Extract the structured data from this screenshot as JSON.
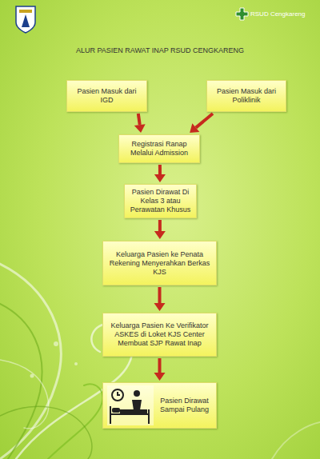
{
  "diagram": {
    "title": "ALUR PASIEN RAWAT INAP RSUD CENGKARENG",
    "nodes": [
      {
        "text": [
          "Pasien Masuk dari IGD"
        ]
      },
      {
        "text": [
          "Pasien Masuk dari Poliklinik"
        ]
      },
      {
        "text": [
          "Registrasi Ranap Melalui Admission"
        ]
      },
      {
        "text": [
          "Pasien Dirawat Di Kelas 3 atau Perawatan Khusus"
        ]
      },
      {
        "text": [
          "Keluarga Pasien ke Penata Rekening Menyerahkan Berkas KJS"
        ]
      },
      {
        "text": [
          "Keluarga Pasien Ke Verifikator ASKES di Loket KJS Center Membuat SJP Rawat Inap"
        ]
      },
      {
        "text": [
          "Pasien Dirawat Sampai Pulang"
        ]
      }
    ],
    "edges": [
      {
        "from": 0,
        "to": 2,
        "arrow": "to"
      },
      {
        "from": 1,
        "to": 2,
        "arrow": "to"
      },
      {
        "from": 2,
        "to": 3,
        "arrow": "to"
      },
      {
        "from": 3,
        "to": 4,
        "arrow": "to"
      },
      {
        "from": 4,
        "to": 5,
        "arrow": "to"
      },
      {
        "from": 5,
        "to": 6,
        "arrow": "to"
      }
    ],
    "labels": [
      "RSUD Cengkareng"
    ]
  }
}
